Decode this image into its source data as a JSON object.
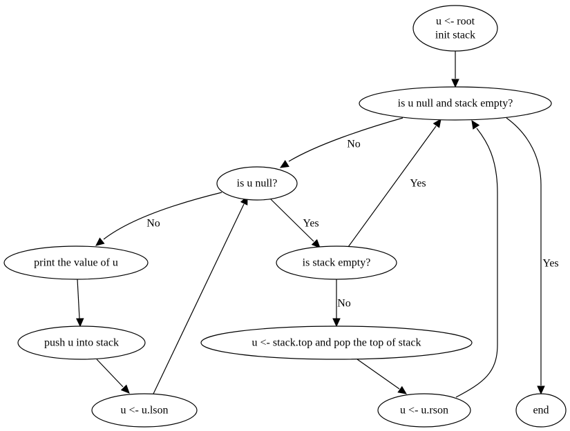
{
  "nodes": {
    "start": {
      "lines": [
        "u <- root",
        "init stack"
      ]
    },
    "loop_cond": {
      "lines": [
        "is u null and stack empty?"
      ]
    },
    "u_null": {
      "lines": [
        "is u null?"
      ]
    },
    "print_u": {
      "lines": [
        "print the value of u"
      ]
    },
    "push_u": {
      "lines": [
        "push u into stack"
      ]
    },
    "u_lson": {
      "lines": [
        "u <- u.lson"
      ]
    },
    "stack_empty": {
      "lines": [
        "is stack empty?"
      ]
    },
    "pop_top": {
      "lines": [
        "u <- stack.top and pop the top of stack"
      ]
    },
    "u_rson": {
      "lines": [
        "u <- u.rson"
      ]
    },
    "end": {
      "lines": [
        "end"
      ]
    }
  },
  "edges": [
    {
      "from": "start",
      "to": "loop_cond",
      "label": ""
    },
    {
      "from": "loop_cond",
      "to": "u_null",
      "label": "No"
    },
    {
      "from": "loop_cond",
      "to": "end",
      "label": "Yes"
    },
    {
      "from": "u_null",
      "to": "print_u",
      "label": "No"
    },
    {
      "from": "u_null",
      "to": "stack_empty",
      "label": "Yes"
    },
    {
      "from": "print_u",
      "to": "push_u",
      "label": ""
    },
    {
      "from": "push_u",
      "to": "u_lson",
      "label": ""
    },
    {
      "from": "u_lson",
      "to": "u_null",
      "label": ""
    },
    {
      "from": "stack_empty",
      "to": "loop_cond",
      "label": "Yes"
    },
    {
      "from": "stack_empty",
      "to": "pop_top",
      "label": "No"
    },
    {
      "from": "pop_top",
      "to": "u_rson",
      "label": ""
    },
    {
      "from": "u_rson",
      "to": "loop_cond",
      "label": ""
    }
  ]
}
